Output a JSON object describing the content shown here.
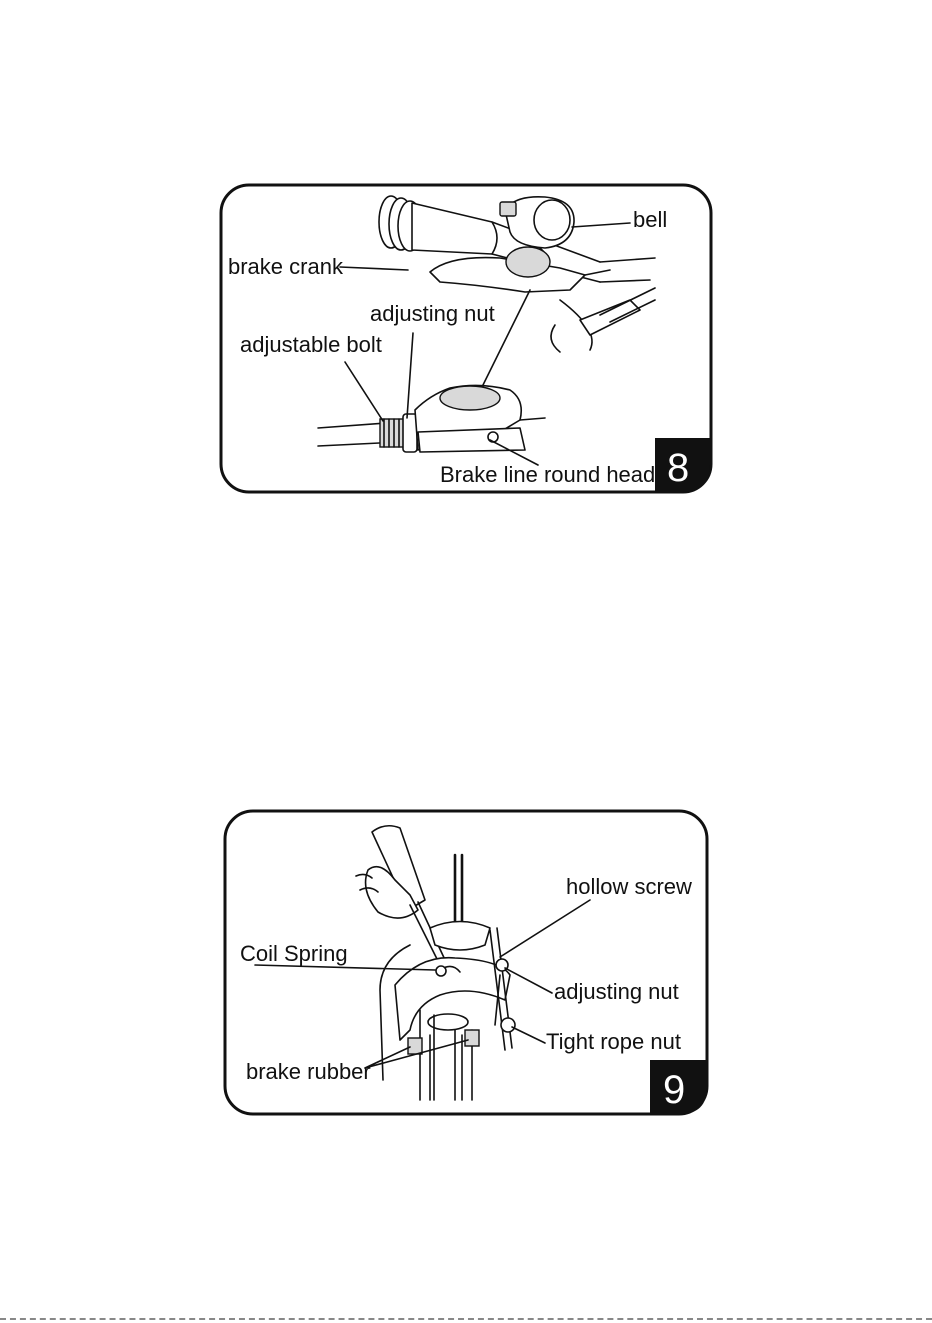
{
  "figure8": {
    "badge": "8",
    "labels": {
      "bell": "bell",
      "brake_crank": "brake crank",
      "adjusting_nut": "adjusting nut",
      "adjustable_bolt": "adjustable bolt",
      "brake_line_round_head": "Brake line round head"
    }
  },
  "figure9": {
    "badge": "9",
    "labels": {
      "hollow_screw": "hollow screw",
      "coil_spring": "Coil Spring",
      "adjusting_nut": "adjusting nut",
      "tight_rope_nut": "Tight rope nut",
      "brake_rubber": "brake rubber"
    }
  }
}
